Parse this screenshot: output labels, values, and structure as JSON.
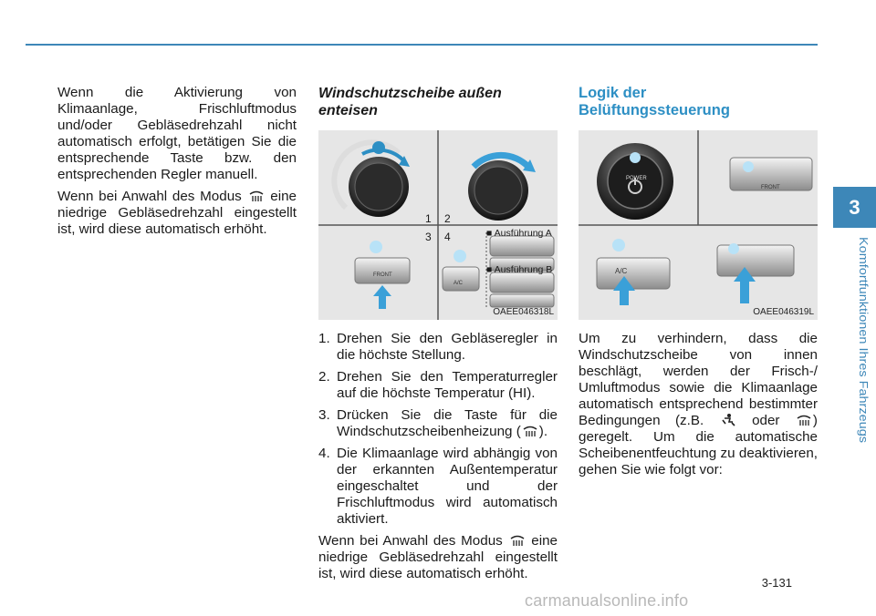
{
  "chapter": {
    "number": "3",
    "title": "Komfortfunktionen Ihres Fahrzeugs"
  },
  "page_number": "3-131",
  "watermark": "carmanualsonline.info",
  "col1": {
    "p1": "Wenn die Aktivierung von Klimaanlage, Frischluftmodus und/oder Gebläsedrehzahl nicht automatisch erfolgt, betätigen Sie die entsprechende Taste bzw. den entsprechenden Regler manuell.",
    "p2_a": "Wenn bei Anwahl des Modus",
    "p2_b": "eine niedrige Gebläsedrehzahl eingestellt ist, wird diese automatisch erhöht."
  },
  "col2": {
    "heading_line1": "Windschutzscheibe außen",
    "heading_line2": "enteisen",
    "figure": {
      "code": "OAEE046318L",
      "labels": {
        "n1": "1",
        "n2": "2",
        "n3": "3",
        "n4": "4"
      },
      "variant_a": "■ Ausführung A",
      "variant_b": "■ Ausführung B",
      "btn_front": "FRONT",
      "btn_ac": "A/C"
    },
    "steps": [
      {
        "num": "1.",
        "text": "Drehen Sie den Gebläseregler in die höchste Stellung."
      },
      {
        "num": "2.",
        "text": "Drehen Sie den Temperaturregler auf die höchste Temperatur (HI)."
      },
      {
        "num": "3.",
        "text_a": "Drücken Sie die Taste für die Windschutzscheibenheizung (",
        "text_b": ")."
      },
      {
        "num": "4.",
        "text": "Die Klimaanlage wird abhängig von der erkannten Außentemperatur eingeschaltet und der Frischluftmodus wird automatisch aktiviert."
      }
    ],
    "p_a": "Wenn bei Anwahl des Modus",
    "p_b": "eine niedrige Gebläsedrehzahl eingestellt ist, wird diese automatisch erhöht."
  },
  "col3": {
    "heading_line1": "Logik der",
    "heading_line2": "Belüftungssteuerung",
    "figure": {
      "code": "OAEE046319L",
      "btn_power": "POWER",
      "btn_front": "FRONT",
      "btn_ac": "A/C"
    },
    "p_a": "Um zu verhindern, dass die Windschutzscheibe von innen beschlägt, werden der Frisch-/ Umluftmodus sowie die Klimaanlage automatisch entsprechend bestimmter Bedingungen (z.B.",
    "p_or": "oder",
    "p_b": ") geregelt. Um die automatische Scheibenentfeuchtung zu deaktivieren, gehen Sie wie folgt vor:"
  },
  "colors": {
    "accent": "#3d87b8",
    "heading_blue": "#2d8fc4",
    "arrow_blue": "#3aa0d8"
  }
}
